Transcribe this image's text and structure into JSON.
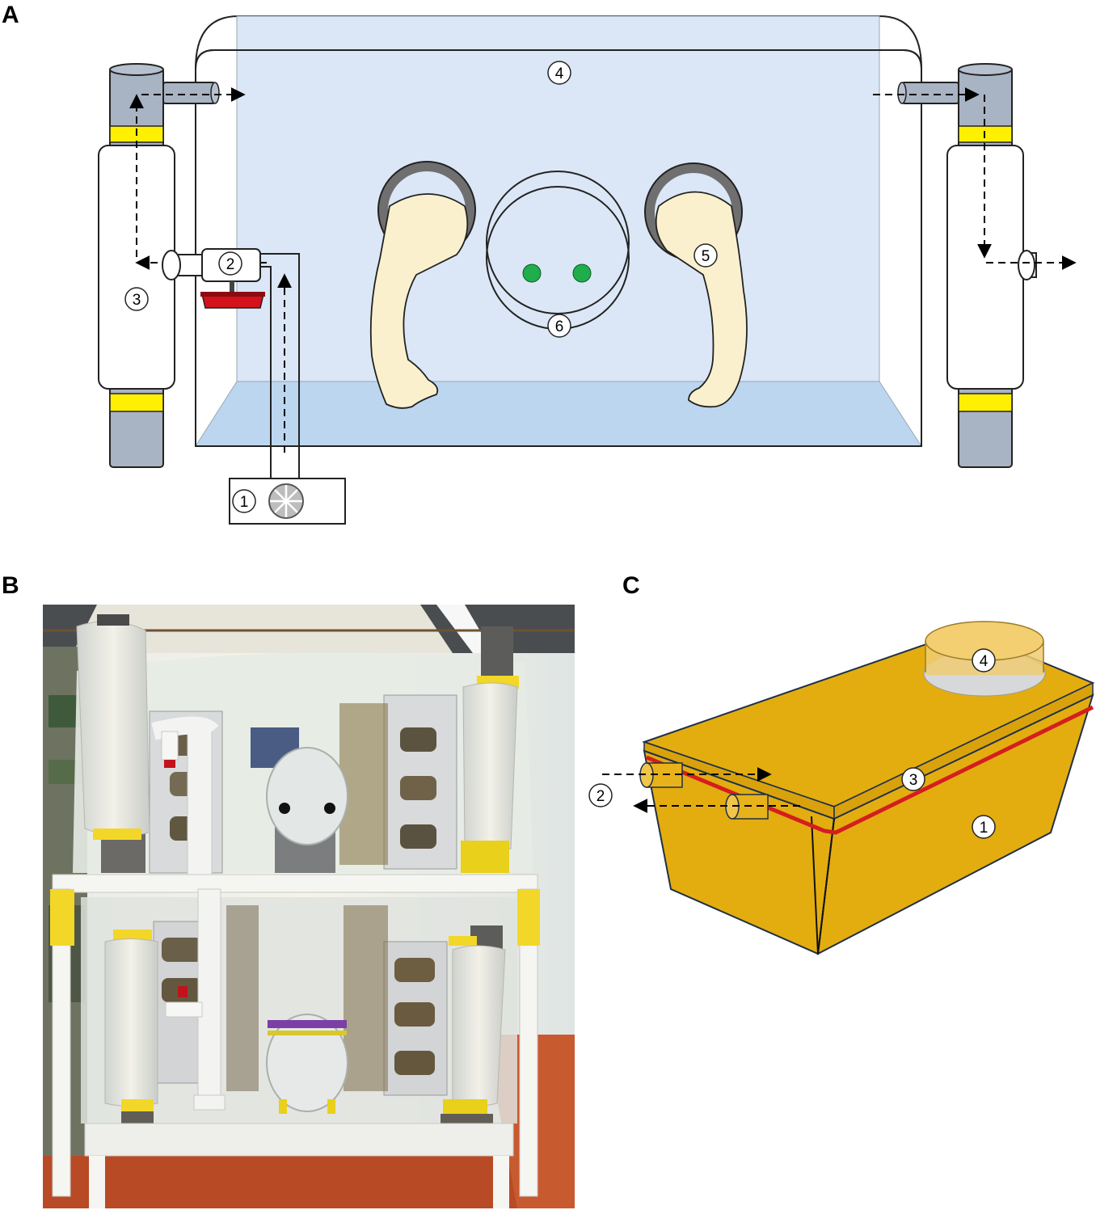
{
  "panels": {
    "a": {
      "letter": "A",
      "callouts": {
        "fan": "1",
        "valve": "2",
        "filter_left": "3",
        "chamber": "4",
        "arm": "5",
        "port": "6"
      }
    },
    "b": {
      "letter": "B"
    },
    "c": {
      "letter": "C",
      "callouts": {
        "tray": "1",
        "tubes": "2",
        "seal": "3",
        "port": "4"
      }
    }
  },
  "colors": {
    "chamber_fill": "#dbe7f6",
    "chamber_floor": "#bcd6ef",
    "filter_cap": "#a8b3c3",
    "tape_yellow": "#ffef00",
    "skin": "#fbf0cd",
    "glove_ring": "#777777",
    "port_dot": "#1fae4b",
    "valve_red": "#d4121b",
    "tray_gold": "#e3ad10",
    "seal_red": "#d41e1e"
  }
}
